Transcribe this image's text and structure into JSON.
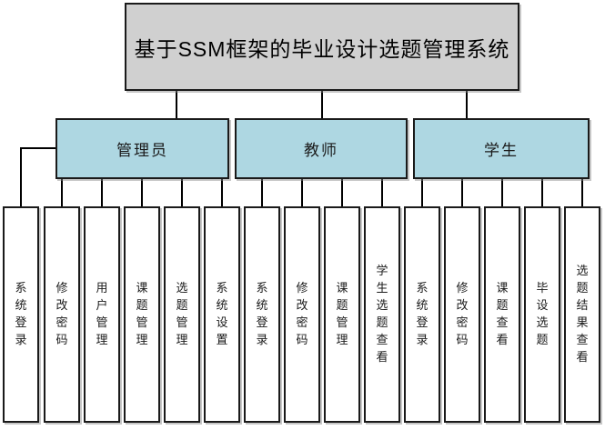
{
  "diagram": {
    "title": "基于SSM框架的毕业设计选题管理系统",
    "groups": [
      {
        "name": "管理员",
        "children": [
          "系统登录",
          "修改密码",
          "用户管理",
          "课题管理",
          "选题管理",
          "系统设置"
        ]
      },
      {
        "name": "教师",
        "children": [
          "系统登录",
          "修改密码",
          "课题管理",
          "学生选题查看"
        ]
      },
      {
        "name": "学生",
        "children": [
          "系统登录",
          "修改密码",
          "课题查看",
          "毕设选题",
          "选题结果查看"
        ]
      }
    ],
    "colors": {
      "title_fill": "#d0d0d0",
      "group_fill": "#aed7e2",
      "leaf_fill": "#ffffff",
      "border": "#1a1a1a",
      "line": "#000000"
    }
  }
}
